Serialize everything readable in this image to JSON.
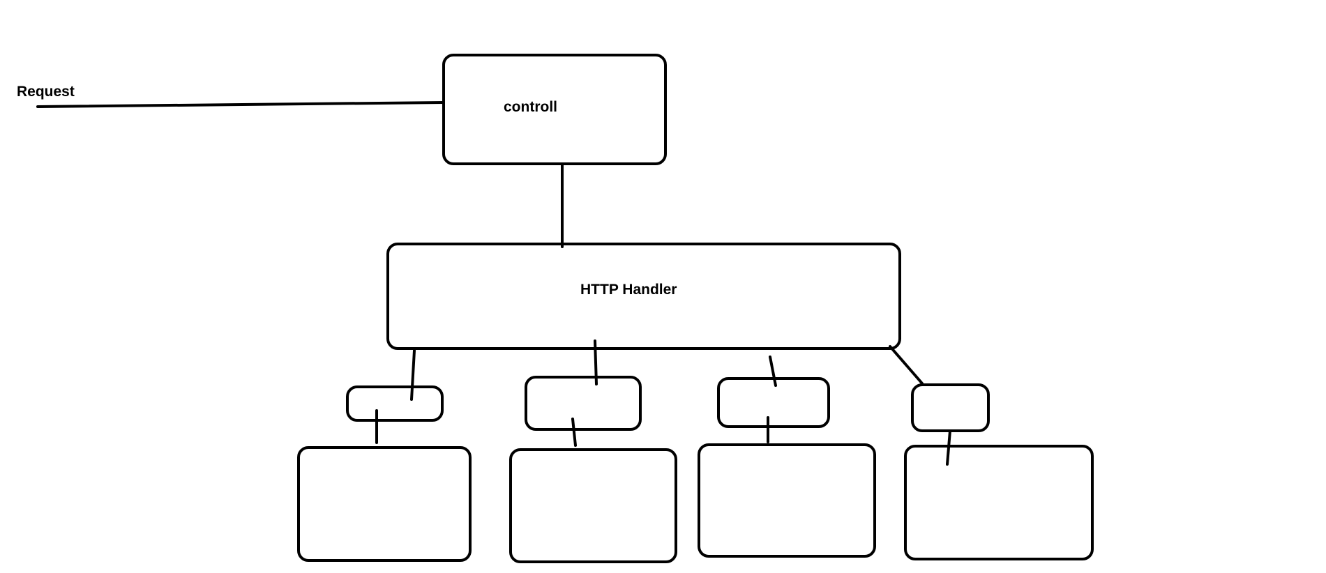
{
  "request_label": "Request",
  "controller_label": "controll",
  "handler_label": "HTTP Handler",
  "colors": {
    "stroke": "#000000",
    "background": "#ffffff"
  }
}
